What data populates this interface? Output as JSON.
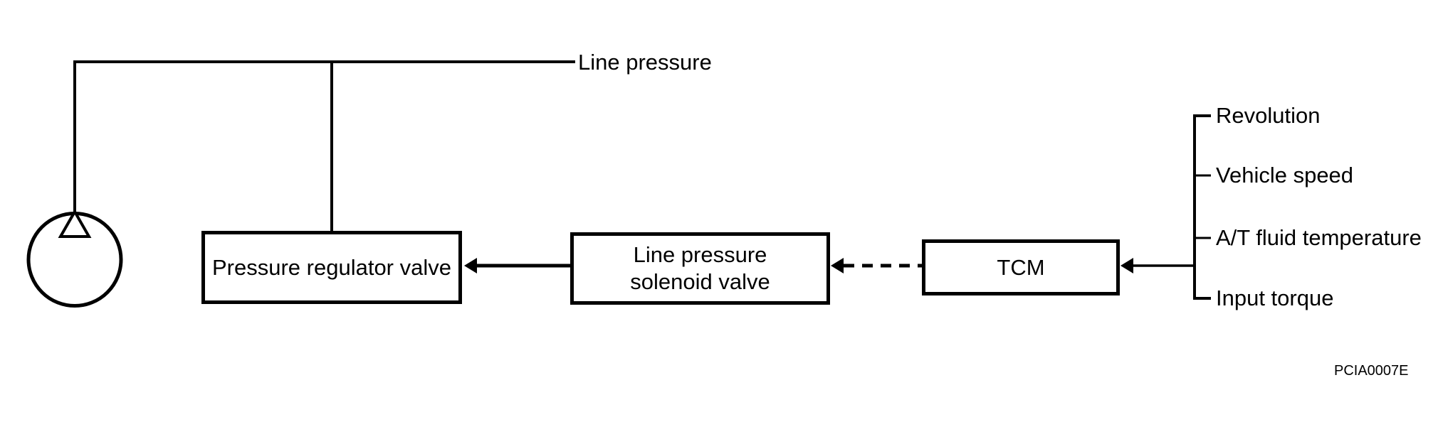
{
  "diagram": {
    "line_pressure_label": "Line pressure",
    "boxes": {
      "pressure_regulator_valve": {
        "label": "Pressure regulator valve"
      },
      "line_pressure_solenoid_valve": {
        "label_line1": "Line pressure",
        "label_line2": "solenoid valve"
      },
      "tcm": {
        "label": "TCM"
      }
    },
    "tcm_inputs": [
      "Revolution",
      "Vehicle speed",
      "A/T fluid temperature",
      "Input torque"
    ],
    "figure_code": "PCIA0007E",
    "colors": {
      "line": "#000000",
      "background": "#ffffff",
      "text": "#000000"
    }
  }
}
